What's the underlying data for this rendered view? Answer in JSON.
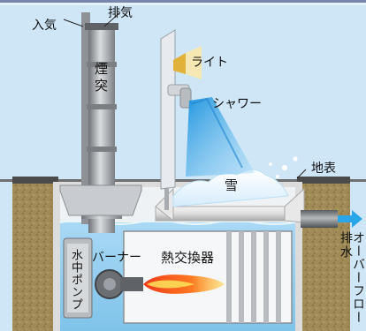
{
  "labels": {
    "intake": "入気",
    "exhaust": "排気",
    "chimney": "煙突",
    "light": "ライト",
    "shower": "シャワー",
    "ground": "地表",
    "snow": "雪",
    "drain": "排水",
    "overflow": "オーバーフロー",
    "burner": "バーナー",
    "heat_exchanger": "熱交換器",
    "pump": "水中ポンプ"
  },
  "colors": {
    "sky": "#cfe6f7",
    "soil": "#a08a55",
    "concrete": "#dcdcdc",
    "water": "#9fd3f2",
    "steel": "#9a9ea4",
    "flame_core": "#f03a1a",
    "flame_tip": "#ffd23a",
    "spray": "#2a9fe6",
    "drain_arrow": "#2aa6e8"
  }
}
